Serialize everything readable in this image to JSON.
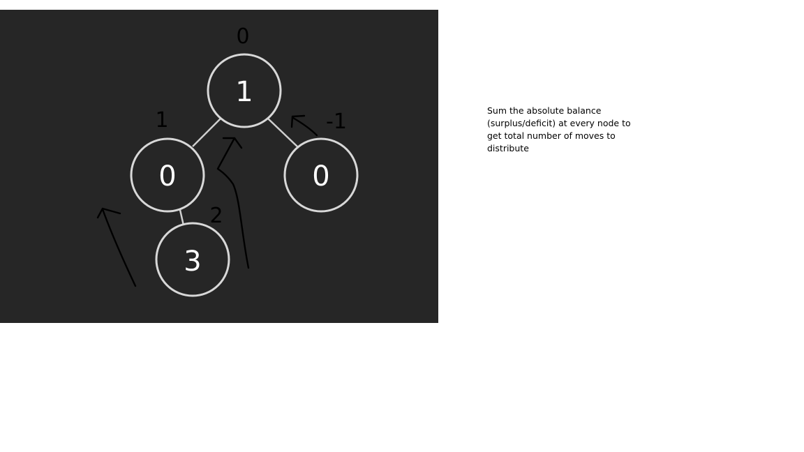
{
  "tree": {
    "nodes": [
      {
        "id": "root",
        "value": "1",
        "balance": "0"
      },
      {
        "id": "left",
        "value": "0",
        "balance": "1"
      },
      {
        "id": "right",
        "value": "0",
        "balance": "-1"
      },
      {
        "id": "left-child",
        "value": "3",
        "balance": "2"
      }
    ]
  },
  "note": {
    "text": "Sum the absolute balance (surplus/deficit) at every node to get total number of moves to distribute"
  }
}
